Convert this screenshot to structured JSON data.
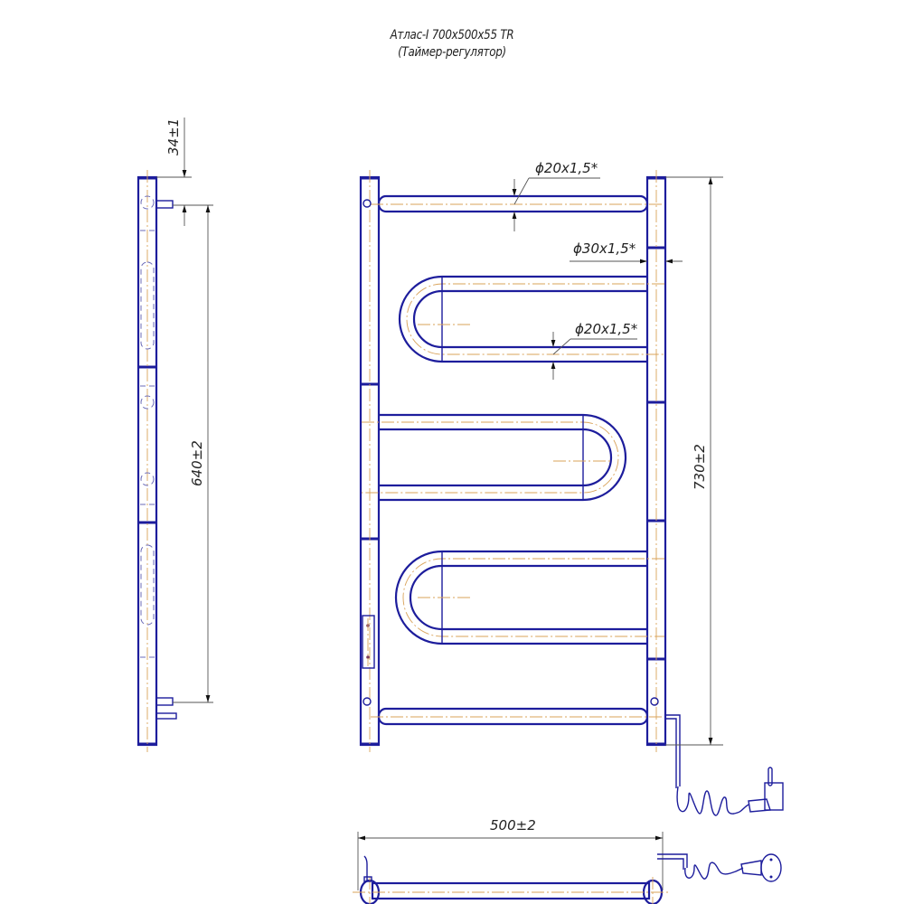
{
  "title": {
    "line1": "Атлас-I 700x500x55 TR",
    "line2": "(Таймер-регулятор)"
  },
  "dimensions": {
    "side_top_offset": "34±1",
    "side_mount_distance": "640±2",
    "front_height": "730±2",
    "bottom_width": "500±2",
    "top_bar_pipe": "ϕ20x1,5*",
    "vertical_post_pipe": "ϕ30x1,5*",
    "loop_pipe": "ϕ20x1,5*"
  },
  "colors": {
    "outline": "#1d1d9c",
    "centerline": "#d9a35a",
    "dimension": "#555555",
    "background": "#ffffff"
  },
  "views": {
    "side_view": "side-view",
    "front_view": "front-view",
    "bottom_view": "bottom-view"
  },
  "components": {
    "timer_controller": "timer-regulator",
    "power_cord": "power-cord-with-plug"
  }
}
